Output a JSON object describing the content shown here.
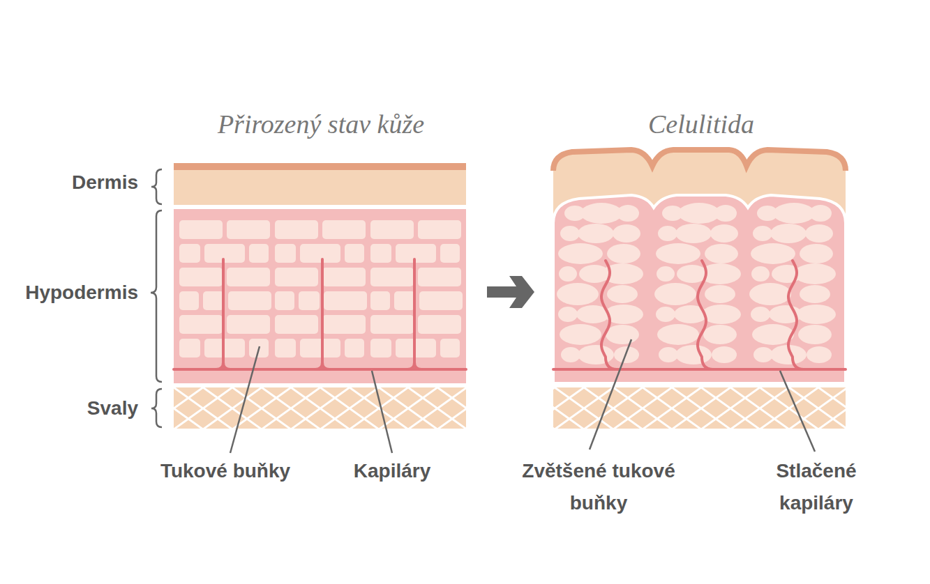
{
  "diagram": {
    "labels": [
      "Přirozený stav kůže",
      "Celulitida",
      "Dermis",
      "Hypodermis",
      "Svaly",
      "Tukové buňky",
      "Kapiláry",
      "Zvětšené tukové buňky",
      "Stlačené kapiláry"
    ]
  }
}
